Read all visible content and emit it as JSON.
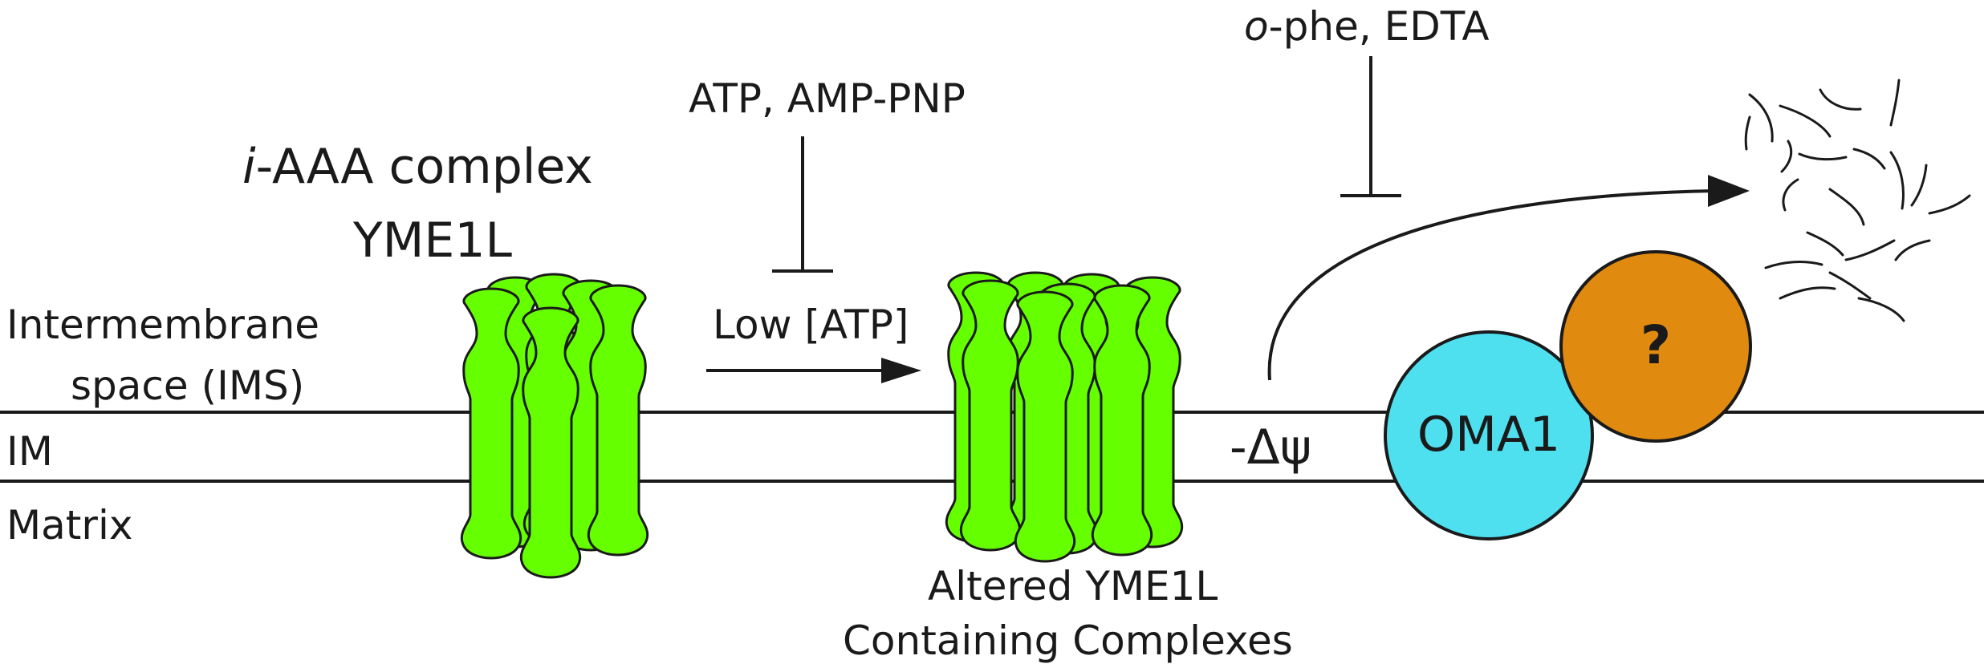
{
  "labels": {
    "complex_title_prefix": "i",
    "complex_title_rest": "-AAA complex",
    "complex_name": "YME1L",
    "ims": "Intermembrane",
    "ims2": "space (IMS)",
    "im": "IM",
    "matrix": "Matrix",
    "atp_inhibitors": "ATP, AMP-PNP",
    "low_atp": "Low [ATP]",
    "altered_line1": "Altered YME1L",
    "altered_line2": "Containing Complexes",
    "delta_psi": "-Δψ",
    "oma1": "OMA1",
    "unknown": "?",
    "ophe_prefix": "o",
    "ophe_rest": "-phe, EDTA"
  },
  "colors": {
    "ymeil_green": "#66ff00",
    "oma1_cyan": "#4fe0f0",
    "unknown_orange": "#e08a10",
    "line": "#1a1a1a"
  }
}
